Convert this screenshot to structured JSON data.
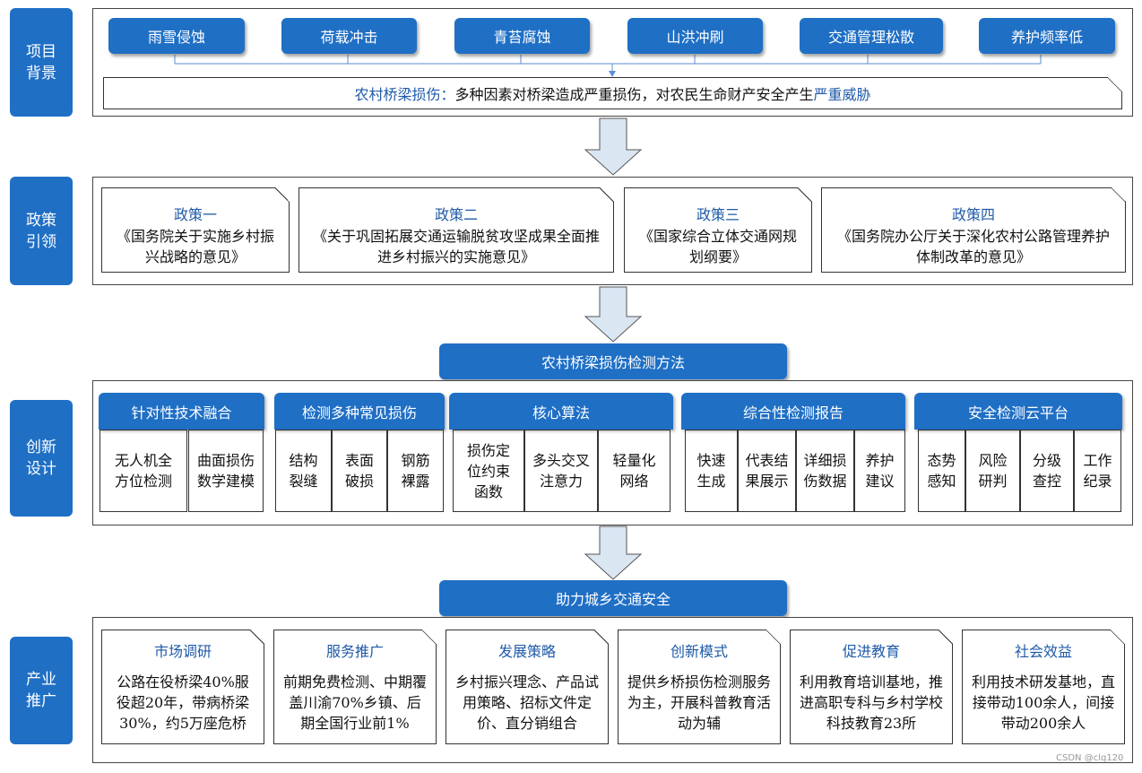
{
  "sections": {
    "background": "项目\n背景",
    "policy": "政策\n引领",
    "innovation": "创新\n设计",
    "industry": "产业\n推广"
  },
  "background_factors": [
    "雨雪侵蚀",
    "荷载冲击",
    "青苔腐蚀",
    "山洪冲刷",
    "交通管理松散",
    "养护频率低"
  ],
  "background_summary": {
    "lead": "农村桥梁损伤：",
    "middle": "多种因素对桥梁造成严重损伤，对农民生命财产安全产生",
    "tail": "严重威胁"
  },
  "policies": [
    {
      "title": "政策一",
      "text": "《国务院关于实施乡村振兴战略的意见》"
    },
    {
      "title": "政策二",
      "text": "《关于巩固拓展交通运输脱贫攻坚成果全面推进乡村振兴的实施意见》"
    },
    {
      "title": "政策三",
      "text": "《国家综合立体交通网规划纲要》"
    },
    {
      "title": "政策四",
      "text": "《国务院办公厅关于深化农村公路管理养护体制改革的意见》"
    }
  ],
  "method_title": "农村桥梁损伤检测方法",
  "innovation_groups": [
    {
      "header": "针对性技术融合",
      "items": [
        "无人机全\n方位检测",
        "曲面损伤\n数学建模"
      ]
    },
    {
      "header": "检测多种常见损伤",
      "items": [
        "结构\n裂缝",
        "表面\n破损",
        "钢筋\n裸露"
      ]
    },
    {
      "header": "核心算法",
      "items": [
        "损伤定\n位约束\n函数",
        "多头交叉\n注意力",
        "轻量化\n网络"
      ]
    },
    {
      "header": "综合性检测报告",
      "items": [
        "快速\n生成",
        "代表结\n果展示",
        "详细损\n伤数据",
        "养护\n建议"
      ]
    },
    {
      "header": "安全检测云平台",
      "items": [
        "态势\n感知",
        "风险\n研判",
        "分级\n查控",
        "工作\n纪录"
      ]
    }
  ],
  "goal_title": "助力城乡交通安全",
  "industry_cards": [
    {
      "title": "市场调研",
      "text": "公路在役桥梁40%服役超20年，带病桥梁30%，约5万座危桥"
    },
    {
      "title": "服务推广",
      "text": "前期免费检测、中期覆盖川渝70%乡镇、后期全国行业前1%"
    },
    {
      "title": "发展策略",
      "text": "乡村振兴理念、产品试用策略、招标文件定价、直分销组合"
    },
    {
      "title": "创新模式",
      "text": "提供乡桥损伤检测服务为主，开展科普教育活动为辅"
    },
    {
      "title": "促进教育",
      "text": "利用教育培训基地，推进高职专科与乡村学校科技教育23所"
    },
    {
      "title": "社会效益",
      "text": "利用技术研发基地，直接带动100余人，间接带动200余人"
    }
  ],
  "watermark": "CSDN @clq120",
  "colors": {
    "primary": "#1f6fc5",
    "title_text": "#1f5aa8",
    "arrow_fill": "#dbe6f3"
  }
}
